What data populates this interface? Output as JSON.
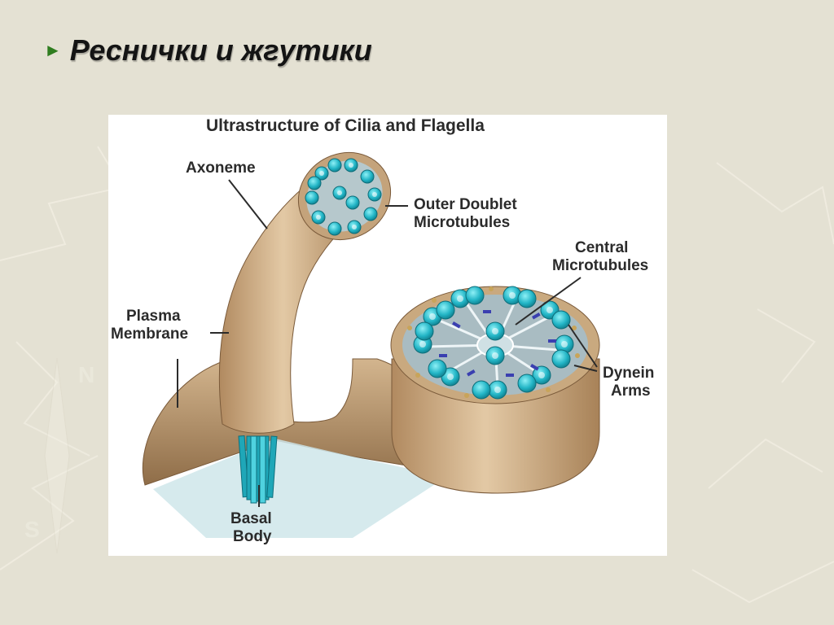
{
  "slide": {
    "title": "Реснички и жгутики",
    "bullet_icon": "triangle-bullet-icon",
    "background_color": "#e4e1d3",
    "bullet_color": "#2f7d1f"
  },
  "diagram": {
    "title": "Ultrastructure of Cilia and Flagella",
    "labels": {
      "axoneme": "Axoneme",
      "outer_doublet_1": "Outer Doublet",
      "outer_doublet_2": "Microtubules",
      "central_1": "Central",
      "central_2": "Microtubules",
      "plasma_1": "Plasma",
      "plasma_2": "Membrane",
      "dynein_1": "Dynein",
      "dynein_2": "Arms",
      "basal_1": "Basal",
      "basal_2": "Body"
    },
    "colors": {
      "membrane": "#cba77f",
      "microtubule": "#2ab4c4",
      "dynein": "#3a3fb0",
      "interior": "#a9bcc2"
    }
  }
}
